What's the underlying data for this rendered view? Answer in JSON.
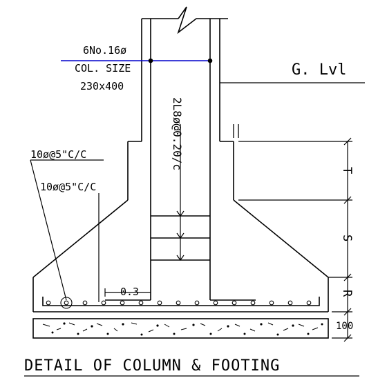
{
  "drawing": {
    "title": "DETAIL OF COLUMN & FOOTING",
    "column_bars": "6No.16ø",
    "column_size_label": "COL. SIZE",
    "column_size": "230x400",
    "ground_level": "G. Lvl",
    "stirrups": "2L8ø@0.20/c",
    "bottom_bars_1": "10ø@5\"C/C",
    "bottom_bars_2": "10ø@5\"C/C",
    "dim_0_3": "0.3",
    "dim_t": "T",
    "dim_s": "S",
    "dim_r": "R",
    "dim_100": "100"
  },
  "colors": {
    "line": "#000000",
    "section_line": "#0000cc",
    "background": "#ffffff"
  }
}
